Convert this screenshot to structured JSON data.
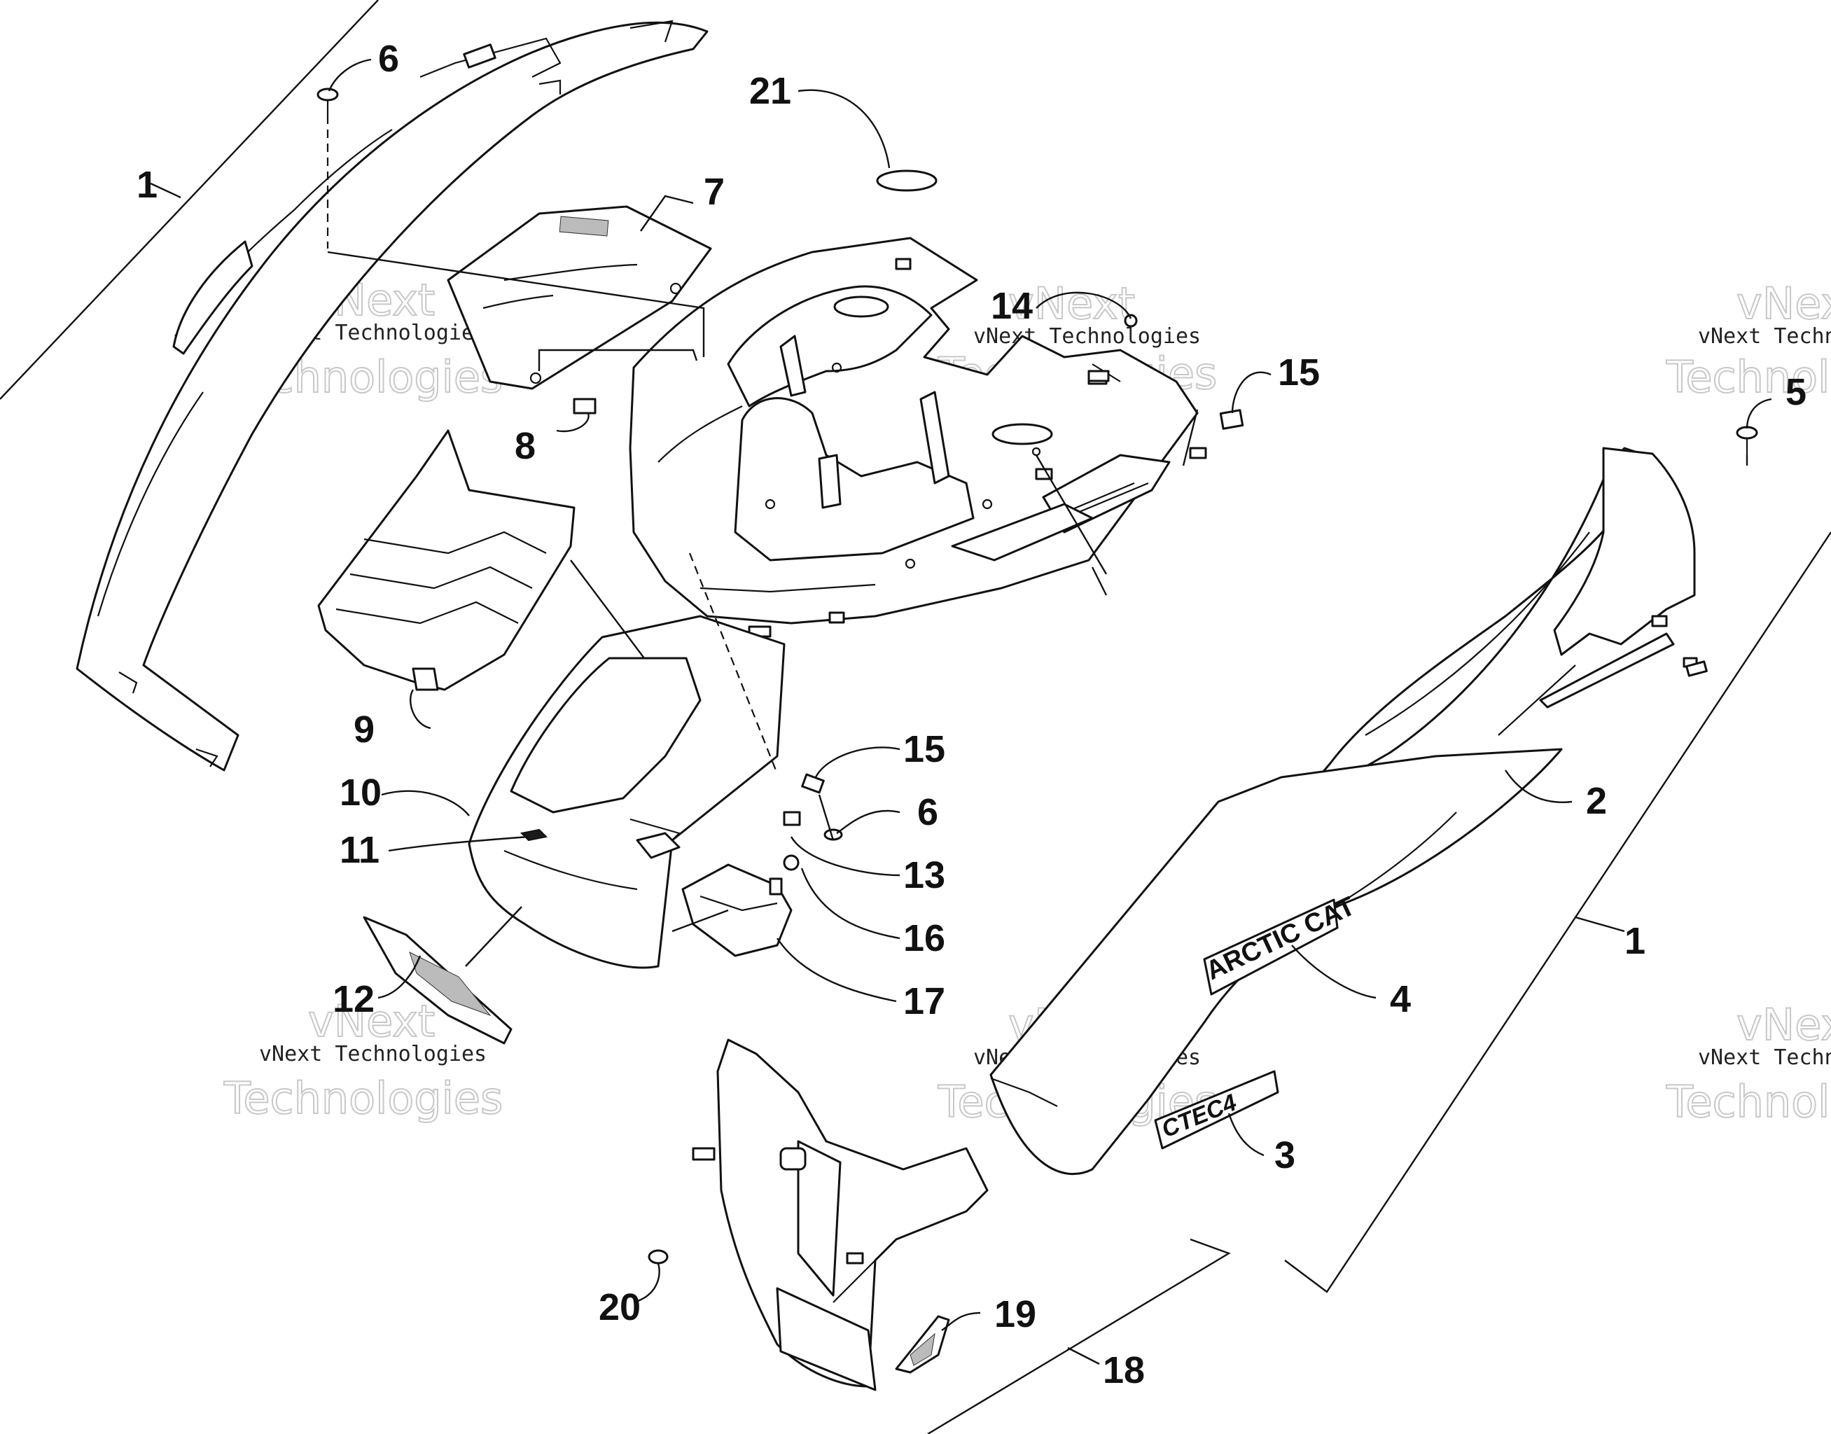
{
  "callouts": {
    "c1_left": "1",
    "c1_right": "1",
    "c2": "2",
    "c3": "3",
    "c4": "4",
    "c5": "5",
    "c6_top": "6",
    "c6_mid": "6",
    "c7": "7",
    "c8": "8",
    "c9": "9",
    "c10": "10",
    "c11": "11",
    "c12": "12",
    "c13": "13",
    "c14": "14",
    "c15_top": "15",
    "c15_mid": "15",
    "c16": "16",
    "c17": "17",
    "c18": "18",
    "c19": "19",
    "c20": "20",
    "c21": "21"
  },
  "decals": {
    "brand": "ARCTIC CAT",
    "model": "CTEC4"
  },
  "watermark": {
    "line1": "vNext",
    "line2": "vNext Technologies",
    "line3": "Technologies"
  },
  "colors": {
    "ink": "#111111",
    "watermark_outline": "#c8c8c8",
    "background": "#ffffff"
  }
}
